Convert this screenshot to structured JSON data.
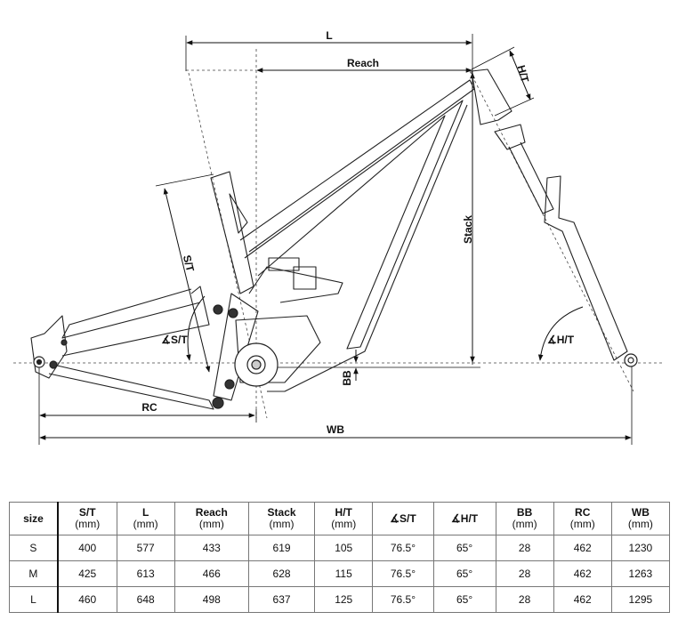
{
  "diagram": {
    "labels": {
      "L": "L",
      "reach": "Reach",
      "ht": "H/T",
      "stack": "Stack",
      "st": "S/T",
      "st_angle": "∡S/T",
      "ht_angle": "∡H/T",
      "bb": "BB",
      "rc": "RC",
      "wb": "WB"
    }
  },
  "table": {
    "headers": [
      {
        "label": "size",
        "unit": ""
      },
      {
        "label": "S/T",
        "unit": "(mm)"
      },
      {
        "label": "L",
        "unit": "(mm)"
      },
      {
        "label": "Reach",
        "unit": "(mm)"
      },
      {
        "label": "Stack",
        "unit": "(mm)"
      },
      {
        "label": "H/T",
        "unit": "(mm)"
      },
      {
        "label": "∡S/T",
        "unit": ""
      },
      {
        "label": "∡H/T",
        "unit": ""
      },
      {
        "label": "BB",
        "unit": "(mm)"
      },
      {
        "label": "RC",
        "unit": "(mm)"
      },
      {
        "label": "WB",
        "unit": "(mm)"
      }
    ],
    "rows": [
      [
        "S",
        "400",
        "577",
        "433",
        "619",
        "105",
        "76.5°",
        "65°",
        "28",
        "462",
        "1230"
      ],
      [
        "M",
        "425",
        "613",
        "466",
        "628",
        "115",
        "76.5°",
        "65°",
        "28",
        "462",
        "1263"
      ],
      [
        "L",
        "460",
        "648",
        "498",
        "637",
        "125",
        "76.5°",
        "65°",
        "28",
        "462",
        "1295"
      ]
    ]
  }
}
